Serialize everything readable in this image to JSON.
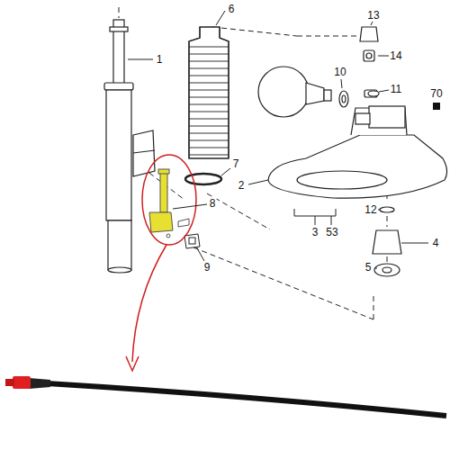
{
  "diagram": {
    "labels": [
      "1",
      "6",
      "13",
      "14",
      "10",
      "11",
      "70",
      "3",
      "53",
      "2",
      "7",
      "12",
      "4",
      "8",
      "5",
      "9"
    ]
  }
}
